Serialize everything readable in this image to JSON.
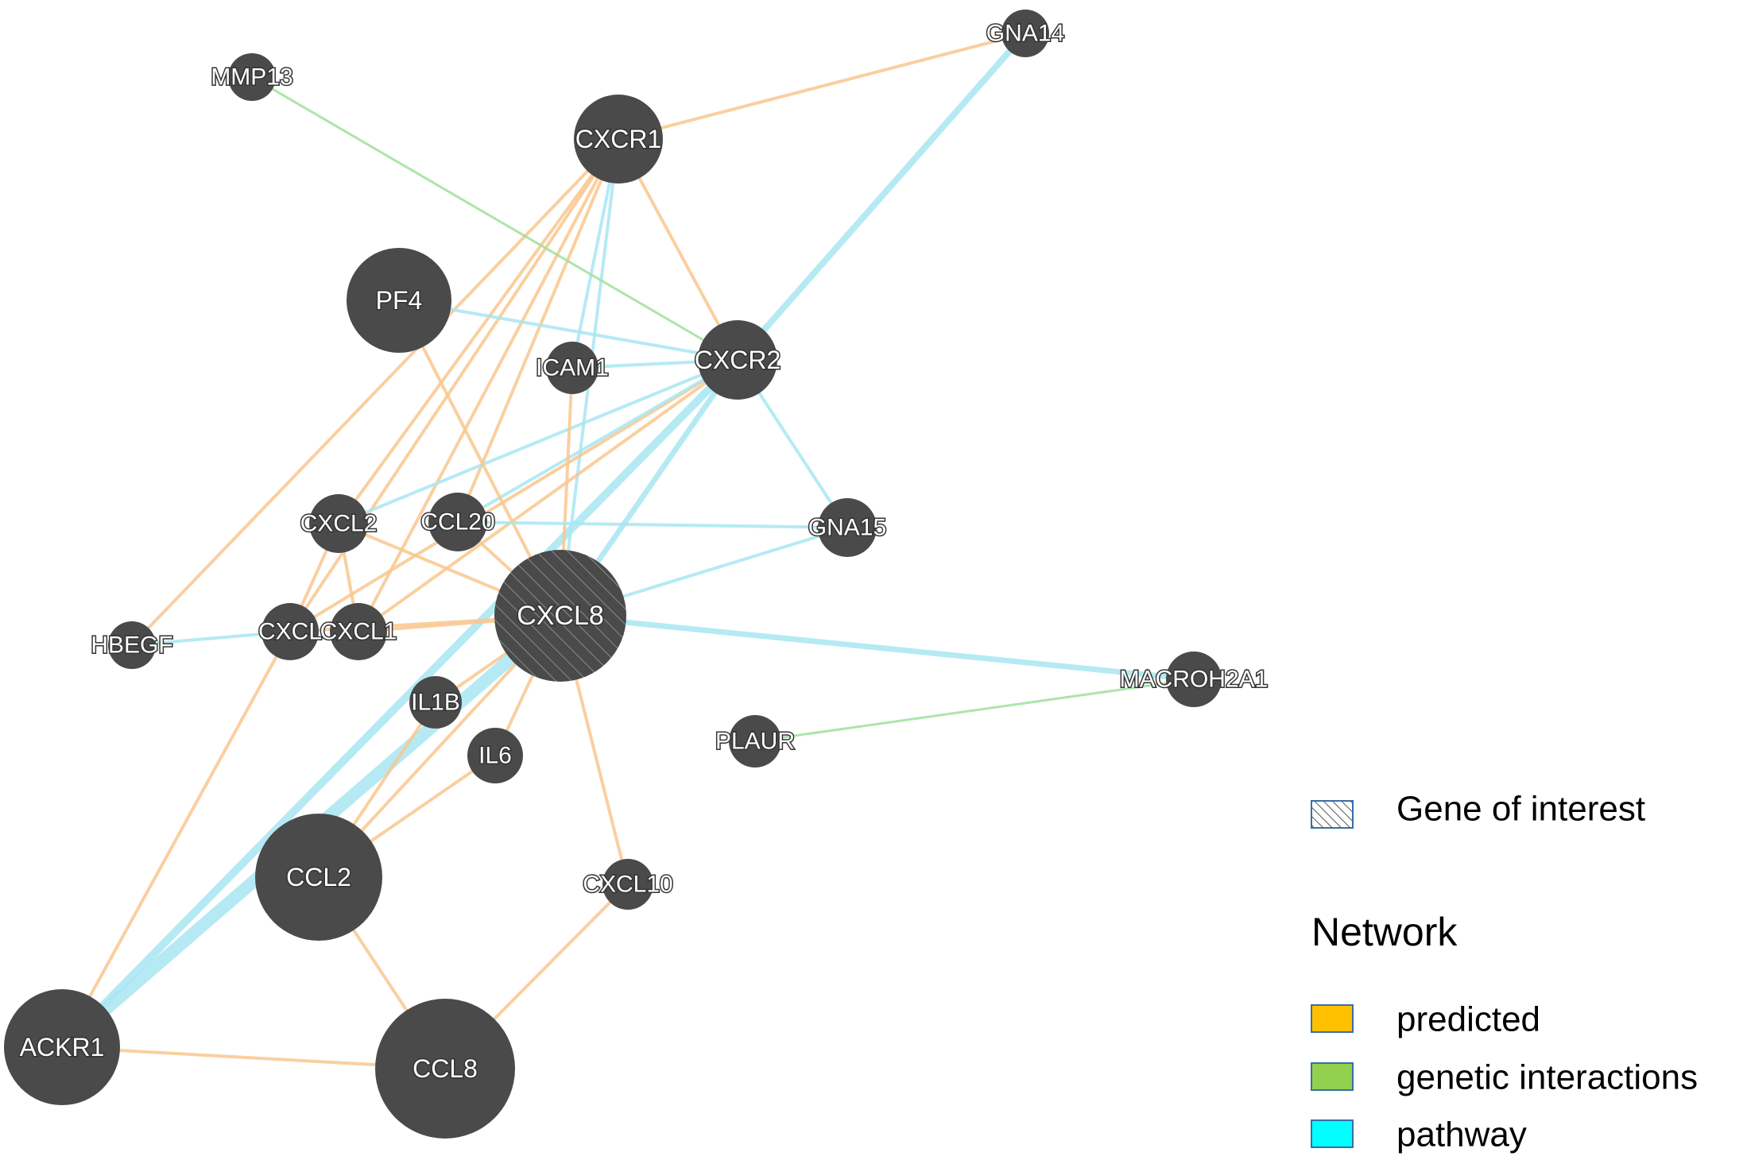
{
  "colors": {
    "node": "#4a4a4a",
    "label_fill": "#ffffff",
    "label_halo": "#333333",
    "predicted": "#f9c78e",
    "genetic_interactions": "#9fe09a",
    "pathway": "#a8e6f2"
  },
  "legend": {
    "gene_of_interest": "Gene of interest",
    "network_title": "Network",
    "items": [
      {
        "key": "predicted",
        "label": "predicted",
        "swatch": "#FFC000"
      },
      {
        "key": "genetic",
        "label": "genetic interactions",
        "swatch": "#92D050"
      },
      {
        "key": "pathway",
        "label": "pathway",
        "swatch": "#00FFFF"
      }
    ]
  },
  "network": {
    "nodes": [
      {
        "id": "CXCL8",
        "label": "CXCL8",
        "gene_of_interest": true
      },
      {
        "id": "CXCR1",
        "label": "CXCR1"
      },
      {
        "id": "CXCR2",
        "label": "CXCR2"
      },
      {
        "id": "GNA14",
        "label": "GNA14"
      },
      {
        "id": "MMP13",
        "label": "MMP13"
      },
      {
        "id": "PF4",
        "label": "PF4"
      },
      {
        "id": "ICAM1",
        "label": "ICAM1"
      },
      {
        "id": "CXCL2",
        "label": "CXCL2"
      },
      {
        "id": "CCL20",
        "label": "CCL20"
      },
      {
        "id": "GNA15",
        "label": "GNA15"
      },
      {
        "id": "HBEGF",
        "label": "HBEGF"
      },
      {
        "id": "CXCL3",
        "label": "CXCL"
      },
      {
        "id": "CXCL1",
        "label": "CXCL1"
      },
      {
        "id": "IL1B",
        "label": "IL1B"
      },
      {
        "id": "IL6",
        "label": "IL6"
      },
      {
        "id": "PLAUR",
        "label": "PLAUR"
      },
      {
        "id": "MACROH2A1",
        "label": "MACROH2A1"
      },
      {
        "id": "CCL2",
        "label": "CCL2"
      },
      {
        "id": "CXCL10",
        "label": "CXCL10"
      },
      {
        "id": "ACKR1",
        "label": "ACKR1"
      },
      {
        "id": "CCL8",
        "label": "CCL8"
      }
    ],
    "edges": [
      {
        "source": "CXCR1",
        "target": "GNA14",
        "type": "predicted"
      },
      {
        "source": "CXCR1",
        "target": "CXCR2",
        "type": "predicted"
      },
      {
        "source": "CXCR1",
        "target": "CXCL8",
        "type": "pathway"
      },
      {
        "source": "CXCR1",
        "target": "CXCL2",
        "type": "predicted"
      },
      {
        "source": "CXCR1",
        "target": "CXCL3",
        "type": "predicted"
      },
      {
        "source": "CXCR1",
        "target": "CXCL1",
        "type": "predicted"
      },
      {
        "source": "CXCR1",
        "target": "CCL20",
        "type": "predicted"
      },
      {
        "source": "CXCR1",
        "target": "ICAM1",
        "type": "pathway"
      },
      {
        "source": "CXCR1",
        "target": "HBEGF",
        "type": "predicted"
      },
      {
        "source": "CXCR2",
        "target": "GNA14",
        "type": "pathway"
      },
      {
        "source": "CXCR2",
        "target": "CXCL8",
        "type": "pathway"
      },
      {
        "source": "CXCR2",
        "target": "PF4",
        "type": "pathway"
      },
      {
        "source": "CXCR2",
        "target": "GNA15",
        "type": "pathway"
      },
      {
        "source": "CXCR2",
        "target": "CXCL2",
        "type": "pathway"
      },
      {
        "source": "CXCR2",
        "target": "CXCL3",
        "type": "predicted"
      },
      {
        "source": "CXCR2",
        "target": "CXCL1",
        "type": "predicted"
      },
      {
        "source": "CXCR2",
        "target": "CCL20",
        "type": "pathway"
      },
      {
        "source": "CXCR2",
        "target": "ICAM1",
        "type": "pathway"
      },
      {
        "source": "CXCR2",
        "target": "ACKR1",
        "type": "pathway"
      },
      {
        "source": "MMP13",
        "target": "CXCR2",
        "type": "genetic"
      },
      {
        "source": "CXCL8",
        "target": "MACROH2A1",
        "type": "pathway"
      },
      {
        "source": "CXCL8",
        "target": "GNA15",
        "type": "pathway"
      },
      {
        "source": "CXCL8",
        "target": "CXCL2",
        "type": "predicted"
      },
      {
        "source": "CXCL8",
        "target": "CCL20",
        "type": "predicted"
      },
      {
        "source": "CXCL8",
        "target": "CXCL3",
        "type": "predicted"
      },
      {
        "source": "CXCL8",
        "target": "CXCL1",
        "type": "predicted"
      },
      {
        "source": "CXCL8",
        "target": "PF4",
        "type": "predicted"
      },
      {
        "source": "CXCL8",
        "target": "ICAM1",
        "type": "predicted"
      },
      {
        "source": "CXCL8",
        "target": "IL1B",
        "type": "predicted"
      },
      {
        "source": "CXCL8",
        "target": "IL6",
        "type": "predicted"
      },
      {
        "source": "CXCL8",
        "target": "CCL2",
        "type": "predicted"
      },
      {
        "source": "CXCL8",
        "target": "CXCL10",
        "type": "predicted"
      },
      {
        "source": "CXCL8",
        "target": "ACKR1",
        "type": "pathway"
      },
      {
        "source": "CCL20",
        "target": "GNA15",
        "type": "pathway"
      },
      {
        "source": "CXCL2",
        "target": "CXCL1",
        "type": "predicted"
      },
      {
        "source": "CXCL2",
        "target": "CXCL3",
        "type": "predicted"
      },
      {
        "source": "HBEGF",
        "target": "CXCL3",
        "type": "pathway"
      },
      {
        "source": "CXCL3",
        "target": "ACKR1",
        "type": "predicted"
      },
      {
        "source": "PLAUR",
        "target": "MACROH2A1",
        "type": "genetic"
      },
      {
        "source": "IL6",
        "target": "CCL2",
        "type": "predicted"
      },
      {
        "source": "IL1B",
        "target": "CCL2",
        "type": "predicted"
      },
      {
        "source": "CCL2",
        "target": "CCL8",
        "type": "predicted"
      },
      {
        "source": "CXCL10",
        "target": "CCL8",
        "type": "predicted"
      },
      {
        "source": "ACKR1",
        "target": "CCL8",
        "type": "predicted"
      }
    ]
  }
}
